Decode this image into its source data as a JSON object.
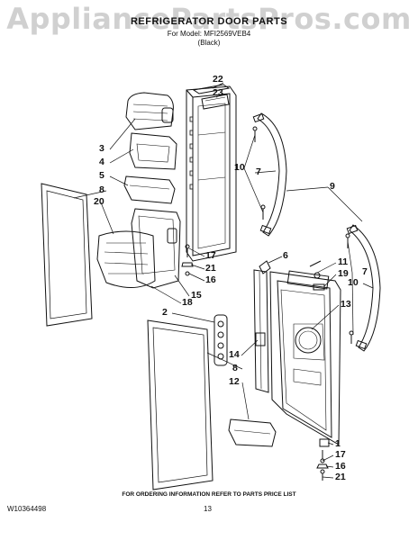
{
  "header": {
    "watermark": "AppliancePartsPros.com",
    "title": "REFRIGERATOR DOOR PARTS",
    "model_line": "For Model: MFI2569VEB4",
    "color_line": "(Black)"
  },
  "footer": {
    "ordering_info": "FOR ORDERING INFORMATION REFER TO PARTS PRICE LIST",
    "doc_number": "W10364498",
    "page_number": "13"
  },
  "callouts": {
    "c22": "22",
    "c23": "23",
    "c3": "3",
    "c4": "4",
    "c5": "5",
    "c8a": "8",
    "c20": "20",
    "c10a": "10",
    "c7a": "7",
    "c9": "9",
    "c17a": "17",
    "c21a": "21",
    "c16a": "16",
    "c15": "15",
    "c18": "18",
    "c2": "2",
    "c6": "6",
    "c11": "11",
    "c19": "19",
    "c7b": "7",
    "c10b": "10",
    "c13": "13",
    "c14": "14",
    "c8b": "8",
    "c12": "12",
    "c1": "1",
    "c17b": "17",
    "c16b": "16",
    "c21b": "21"
  }
}
